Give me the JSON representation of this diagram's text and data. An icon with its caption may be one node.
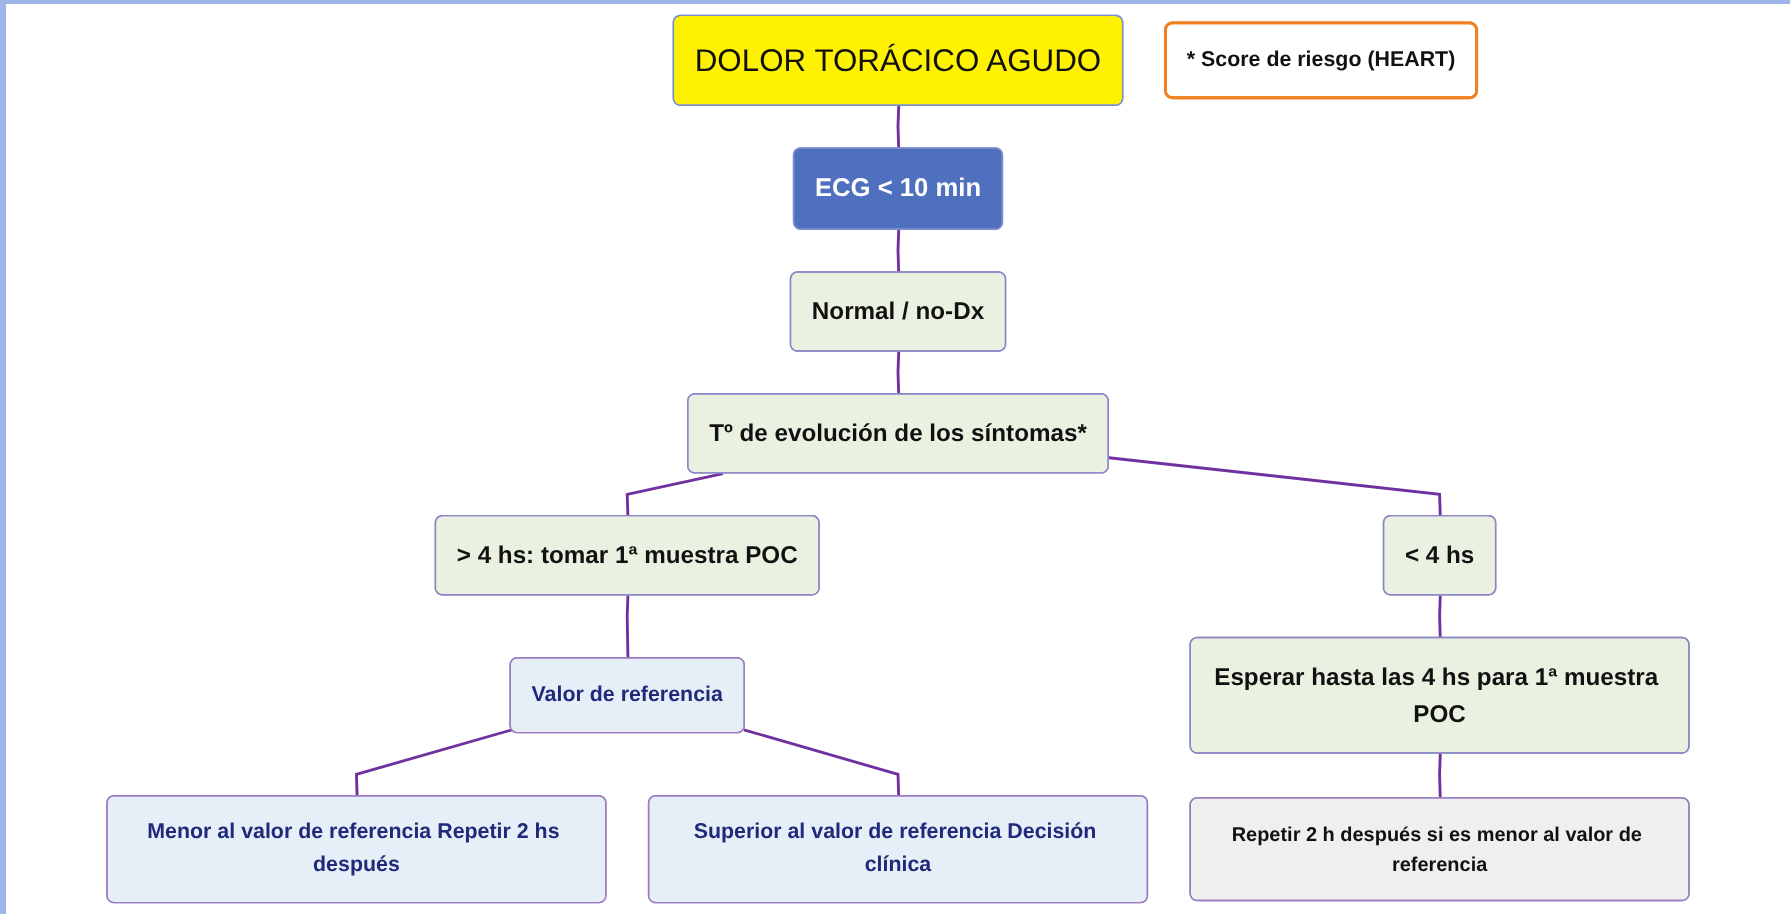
{
  "diagram": {
    "nodes": [
      {
        "text": [
          "DOLOR TORÁCICO AGUDO"
        ]
      },
      {
        "text": [
          "ECG < 10 min"
        ]
      },
      {
        "text": [
          "Normal / no-Dx"
        ]
      },
      {
        "text": [
          "Tº de evolución de los síntomas*"
        ]
      },
      {
        "text": [
          "* Score de riesgo (HEART)"
        ]
      },
      {
        "text": [
          "> 4 hs: tomar 1ª muestra POC"
        ]
      },
      {
        "text": [
          "< 4 hs"
        ]
      },
      {
        "text": [
          "Valor de referencia"
        ]
      },
      {
        "text": [
          "Esperar hasta las 4 hs para 1ª muestra POC"
        ]
      },
      {
        "text": [
          "Menor al valor de referencia Repetir 2 hs después"
        ]
      },
      {
        "text": [
          "Superior al valor de referencia Decisión clínica"
        ]
      },
      {
        "text": [
          "Repetir 2 h después si es menor al valor de referencia"
        ]
      }
    ],
    "edges": [
      {
        "from": 0,
        "to": 1,
        "arrow": "none"
      },
      {
        "from": 1,
        "to": 2,
        "arrow": "none"
      },
      {
        "from": 2,
        "to": 3,
        "arrow": "none"
      },
      {
        "from": 3,
        "to": 5,
        "arrow": "none"
      },
      {
        "from": 3,
        "to": 6,
        "arrow": "none"
      },
      {
        "from": 5,
        "to": 7,
        "arrow": "none"
      },
      {
        "from": 6,
        "to": 8,
        "arrow": "none"
      },
      {
        "from": 7,
        "to": 9,
        "arrow": "none"
      },
      {
        "from": 7,
        "to": 10,
        "arrow": "none"
      },
      {
        "from": 8,
        "to": 11,
        "arrow": "none"
      }
    ]
  }
}
